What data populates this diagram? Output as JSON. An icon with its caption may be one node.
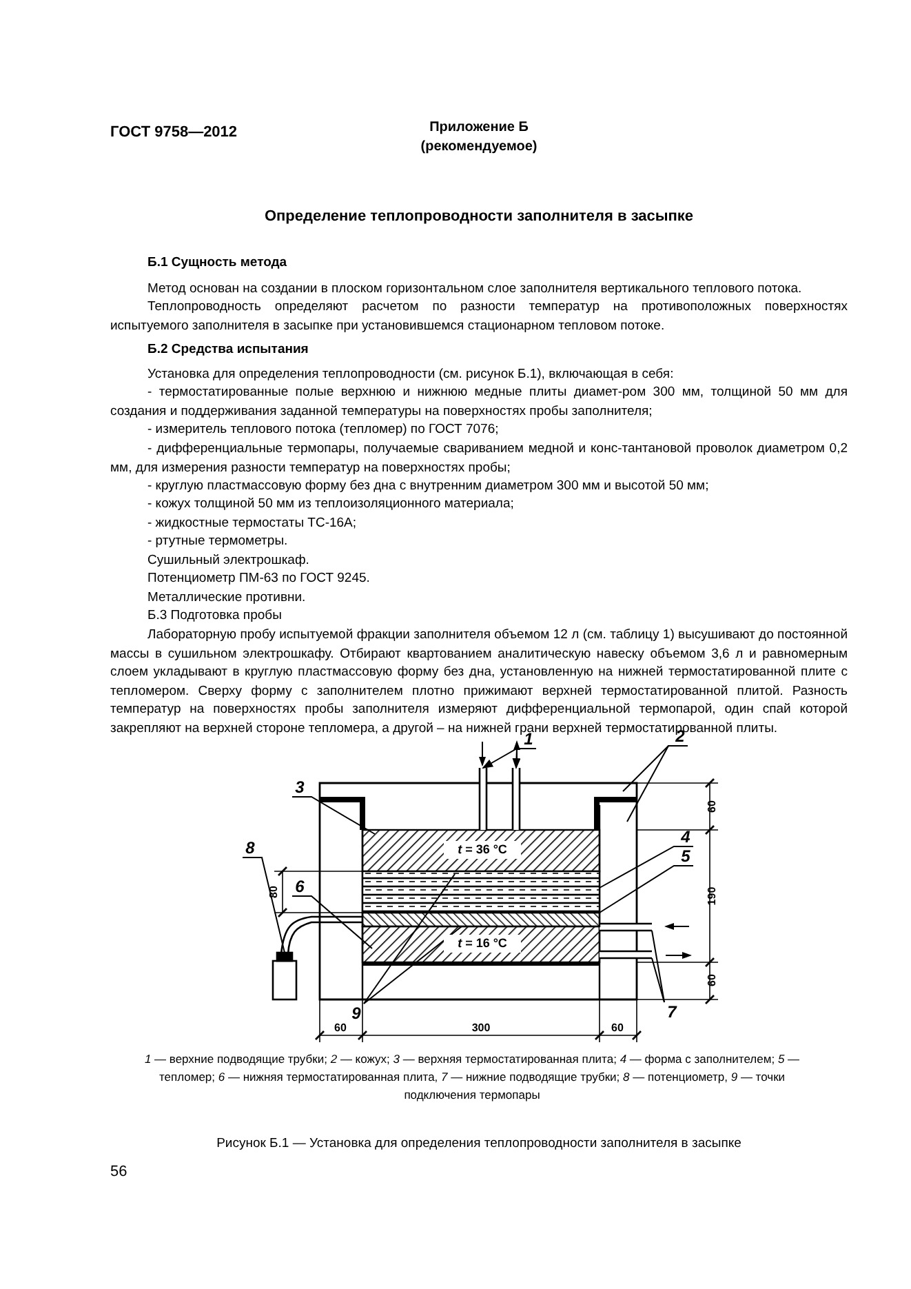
{
  "diagram": {
    "caption": "Рисунок Б.1 — Установка для определения теплопроводности заполнителя в засыпке",
    "nodes": [
      {
        "text": [
          "1"
        ]
      },
      {
        "text": [
          "2"
        ]
      },
      {
        "text": [
          "3"
        ]
      },
      {
        "text": [
          "4"
        ]
      },
      {
        "text": [
          "5"
        ]
      },
      {
        "text": [
          "6"
        ]
      },
      {
        "text": [
          "7"
        ]
      },
      {
        "text": [
          "8"
        ]
      },
      {
        "text": [
          "9"
        ]
      },
      {
        "text": [],
        "shape": "bar"
      },
      {
        "text": [],
        "shape": "bar"
      },
      {
        "text": [],
        "shape": "bar"
      },
      {
        "text": [],
        "shape": "bar"
      },
      {
        "text": [],
        "shape": "box"
      },
      {
        "text": [],
        "shape": "bar"
      }
    ],
    "edges": [
      {
        "from": 0,
        "to": 9,
        "arrow": "to"
      },
      {
        "from": 0,
        "to": 10,
        "arrow": "to"
      },
      {
        "from": 1,
        "to": null,
        "arrow": "none"
      },
      {
        "from": 1,
        "to": null,
        "arrow": "none"
      },
      {
        "from": 2,
        "to": null,
        "arrow": "none"
      },
      {
        "from": 3,
        "to": null,
        "arrow": "none"
      },
      {
        "from": 4,
        "to": 14,
        "arrow": "none"
      },
      {
        "from": 5,
        "to": null,
        "arrow": "none"
      },
      {
        "from": 6,
        "to": 11,
        "arrow": "none"
      },
      {
        "from": 6,
        "to": 12,
        "arrow": "none"
      },
      {
        "from": 7,
        "to": 13,
        "arrow": "none"
      },
      {
        "from": 8,
        "to": null,
        "arrow": "none"
      },
      {
        "from": 8,
        "to": 14,
        "arrow": "none"
      },
      {
        "from": 14,
        "to": 13,
        "arrow": "none"
      },
      {
        "from": 14,
        "to": 13,
        "arrow": "none"
      }
    ],
    "labels": [
      "ГОСТ 9758—2012",
      "Приложение Б",
      "(рекомендуемое)",
      "Определение теплопроводности заполнителя в засыпке",
      "Б.1 Сущность метода",
      "Метод основан на создании в плоском горизонтальном слое заполнителя вертикального теплового потока.",
      "Теплопроводность определяют расчетом по разности температур на противоположных поверхностях испытуемого заполнителя в засыпке при установившемся стационарном тепловом потоке.",
      "Б.2 Средства испытания",
      "Установка для определения теплопроводности (см. рисунок Б.1), включающая в себя:",
      "- термостатированные полые верхнюю и нижнюю медные плиты диамет-ром 300 мм, толщиной 50 мм для создания и поддерживания заданной температуры на поверхностях пробы заполнителя;",
      "- измеритель теплового потока (тепломер) по ГОСТ 7076;",
      "- дифференциальные термопары, получаемые свариванием медной и конс-тантановой проволок диаметром 0,2 мм, для измерения разности температур на поверхностях пробы;",
      "- круглую пластмассовую форму без дна с внутренним диаметром 300 мм и высотой 50 мм;",
      "- кожух толщиной 50 мм из теплоизоляционного материала;",
      "- жидкостные термостаты ТС-16А;",
      "- ртутные термометры.",
      "Сушильный электрошкаф.",
      "Потенциометр ПМ-63 по ГОСТ 9245.",
      "Металлические противни.",
      "Б.3 Подготовка пробы",
      "Лабораторную пробу испытуемой фракции заполнителя объемом 12 л (см. таблицу 1) высушивают до постоянной массы в сушильном электрошкафу. Отбирают квартованием аналитическую навеску объемом 3,6 л и равномерным слоем укладывают в круглую пластмассовую форму без дна, установленную на нижней термостатированной плите с тепломером. Сверху форму с заполнителем плотно прижимают верхней термостатированной плитой. Разность температур на поверхностях пробы заполнителя измеряют дифференциальной термопарой, один спай которой закрепляют на верхней стороне тепломера, а другой – на нижней грани верхней термостатированной плиты.",
      "*t* = 36 °C",
      "*t* = 16 °C",
      "60",
      "190",
      "60",
      "80",
      "60",
      "300",
      "60",
      "*1* — верхние подводящие трубки; *2* — кожух; *3* — верхняя термостатированная плита; *4* — форма с заполнителем; *5* — тепломер; *6* — нижняя термостатированная плита, *7* — нижние подводящие трубки; *8* — потенциометр, *9* — точки подключения термопары",
      "56"
    ]
  }
}
